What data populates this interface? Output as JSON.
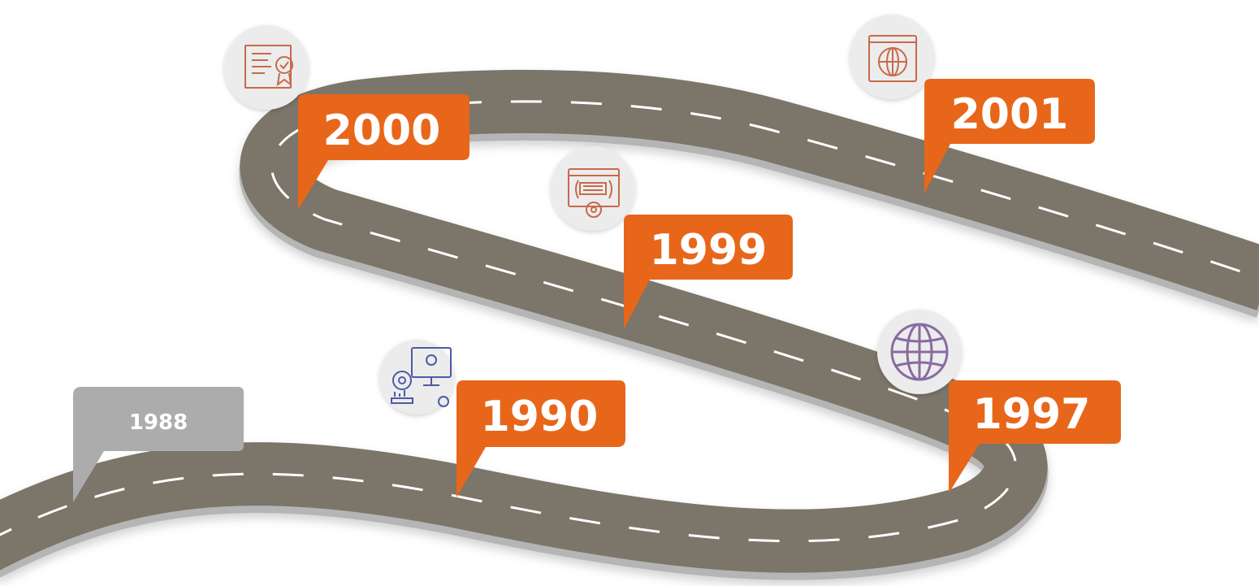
{
  "timeline": {
    "milestones": [
      {
        "year": "1988",
        "icon": "none",
        "status": "past"
      },
      {
        "year": "1990",
        "icon": "computer-gear-icon",
        "status": "active"
      },
      {
        "year": "1997",
        "icon": "globe-icon",
        "status": "active"
      },
      {
        "year": "1999",
        "icon": "web-code-settings-icon",
        "status": "active"
      },
      {
        "year": "2000",
        "icon": "certificate-icon",
        "status": "active"
      },
      {
        "year": "2001",
        "icon": "browser-globe-icon",
        "status": "active"
      }
    ]
  },
  "colors": {
    "accent": "#e8661a",
    "muted": "#acacac",
    "road": "#7b7469",
    "road_edge": "#b5b5b5",
    "lane_mark": "#ffffff",
    "icon_circle": "#ececec",
    "icon_orange": "#c8694a",
    "icon_purple": "#8a6ba1",
    "icon_blue": "#4e5aa6"
  }
}
